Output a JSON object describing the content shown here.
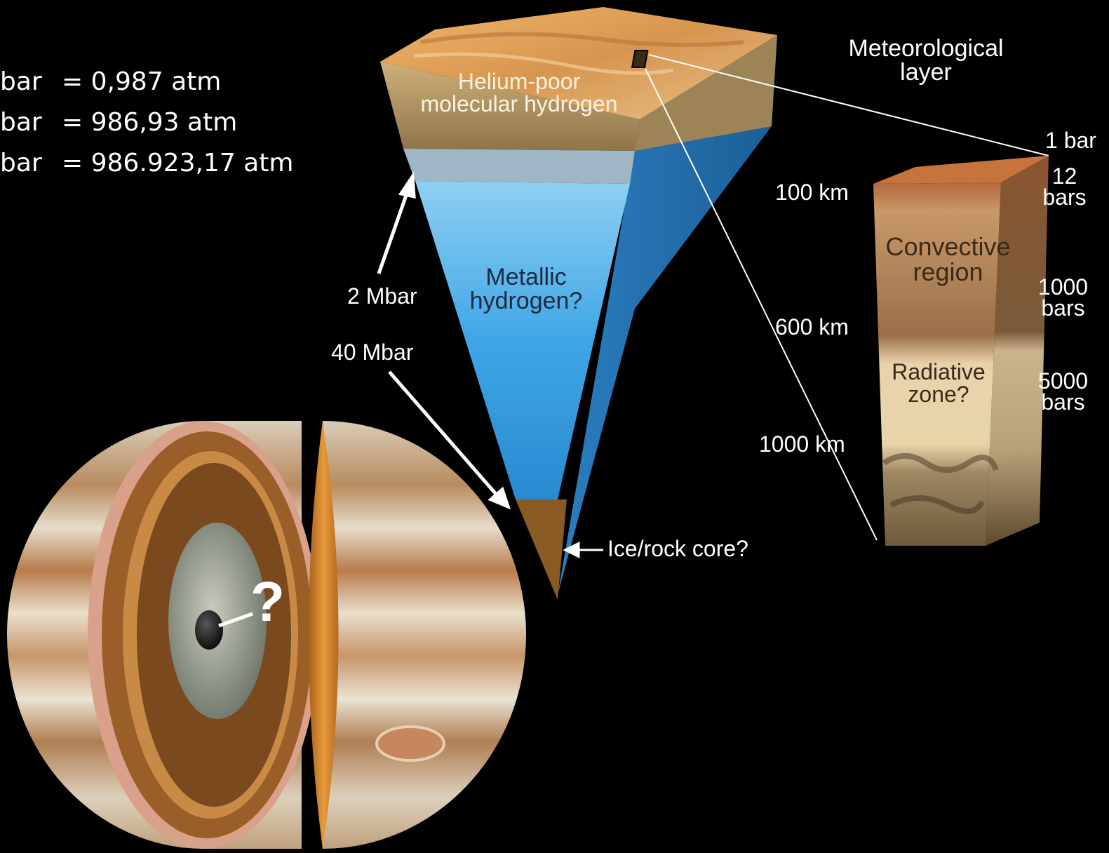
{
  "conversions": [
    {
      "left": "bar",
      "right": "= 0,987 atm"
    },
    {
      "left": "bar",
      "right": "= 986,93 atm"
    },
    {
      "left": "bar",
      "right": "= 986.923,17 atm"
    }
  ],
  "wedge": {
    "helium_label": "Helium-poor\nmolecular hydrogen",
    "metallic_label": "Metallic\nhydrogen?",
    "pressure_2": "2 Mbar",
    "pressure_40": "40 Mbar",
    "core_label": "Ice/rock core?"
  },
  "column": {
    "title": "Meteorological\nlayer",
    "depth_100": "100 km",
    "depth_600": "600 km",
    "depth_1000": "1000 km",
    "p_1": "1 bar",
    "p_12": "12\nbars",
    "p_1000": "1000\nbars",
    "p_5000": "5000\nbars",
    "convective": "Convective\nregion",
    "radiative": "Radiative\nzone?"
  },
  "sphere": {
    "question": "?"
  },
  "colors": {
    "background": "#000000",
    "hydrogen_blue": "#3aa0e0",
    "molecular_tan": "#a88a5a",
    "jupiter_orange": "#c87a2a"
  }
}
